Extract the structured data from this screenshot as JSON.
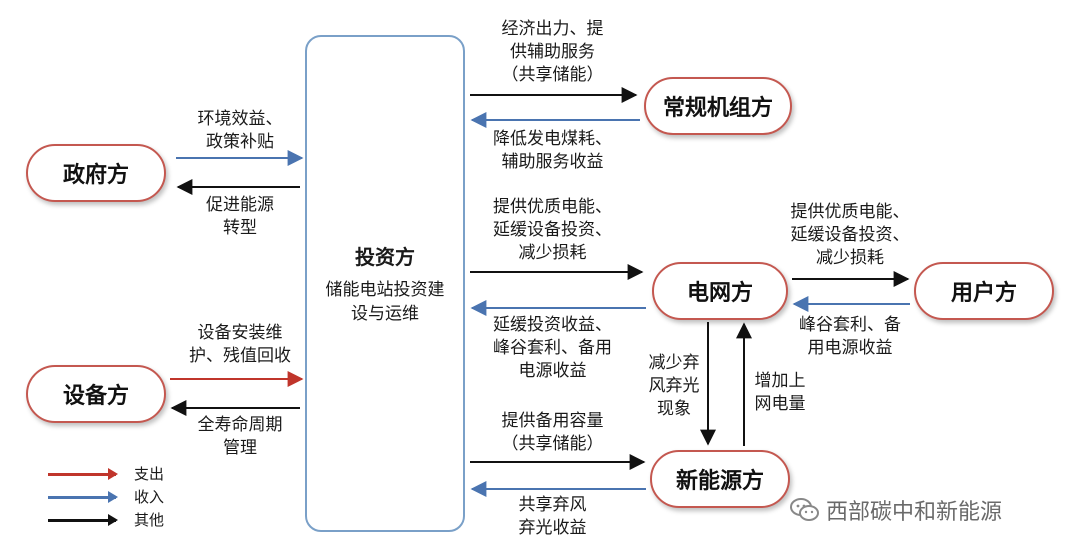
{
  "nodes": {
    "investor_title": "投资方",
    "investor_sub": "储能电站投资建设与运维",
    "government": "政府方",
    "equipment": "设备方",
    "conventional": "常规机组方",
    "grid": "电网方",
    "user": "用户方",
    "new_energy": "新能源方"
  },
  "labels": {
    "gov_in": [
      "环境效益、",
      "政策补贴"
    ],
    "gov_out": [
      "促进能源",
      "转型"
    ],
    "equip_out": [
      "设备安装维",
      "护、残值回收"
    ],
    "equip_in": [
      "全寿命周期",
      "管理"
    ],
    "conv_other": [
      "经济出力、提",
      "供辅助服务",
      "（共享储能）"
    ],
    "conv_in": [
      "降低发电煤耗、",
      "辅助服务收益"
    ],
    "grid_other": [
      "提供优质电能、",
      "延缓设备投资、",
      "减少损耗"
    ],
    "grid_in": [
      "延缓投资收益、",
      "峰谷套利、备用",
      "电源收益"
    ],
    "user_other": [
      "提供优质电能、",
      "延缓设备投资、",
      "减少损耗"
    ],
    "user_in": [
      "峰谷套利、备",
      "用电源收益"
    ],
    "grid_to_new": [
      "减少弃",
      "风弃光",
      "现象"
    ],
    "new_to_grid": [
      "增加上",
      "网电量"
    ],
    "new_other": [
      "提供备用容量",
      "（共享储能）"
    ],
    "new_in": [
      "共享弃风",
      "弃光收益"
    ]
  },
  "legend": [
    {
      "label": "支出",
      "color": "#c0352b"
    },
    {
      "label": "收入",
      "color": "#4a74b0"
    },
    {
      "label": "其他",
      "color": "#111111"
    }
  ],
  "colors": {
    "expense": "#c0352b",
    "income": "#4a74b0",
    "other": "#111111",
    "node_border": "#c45850",
    "center_border": "#7aa0c8"
  },
  "watermark": "西部碳中和新能源"
}
